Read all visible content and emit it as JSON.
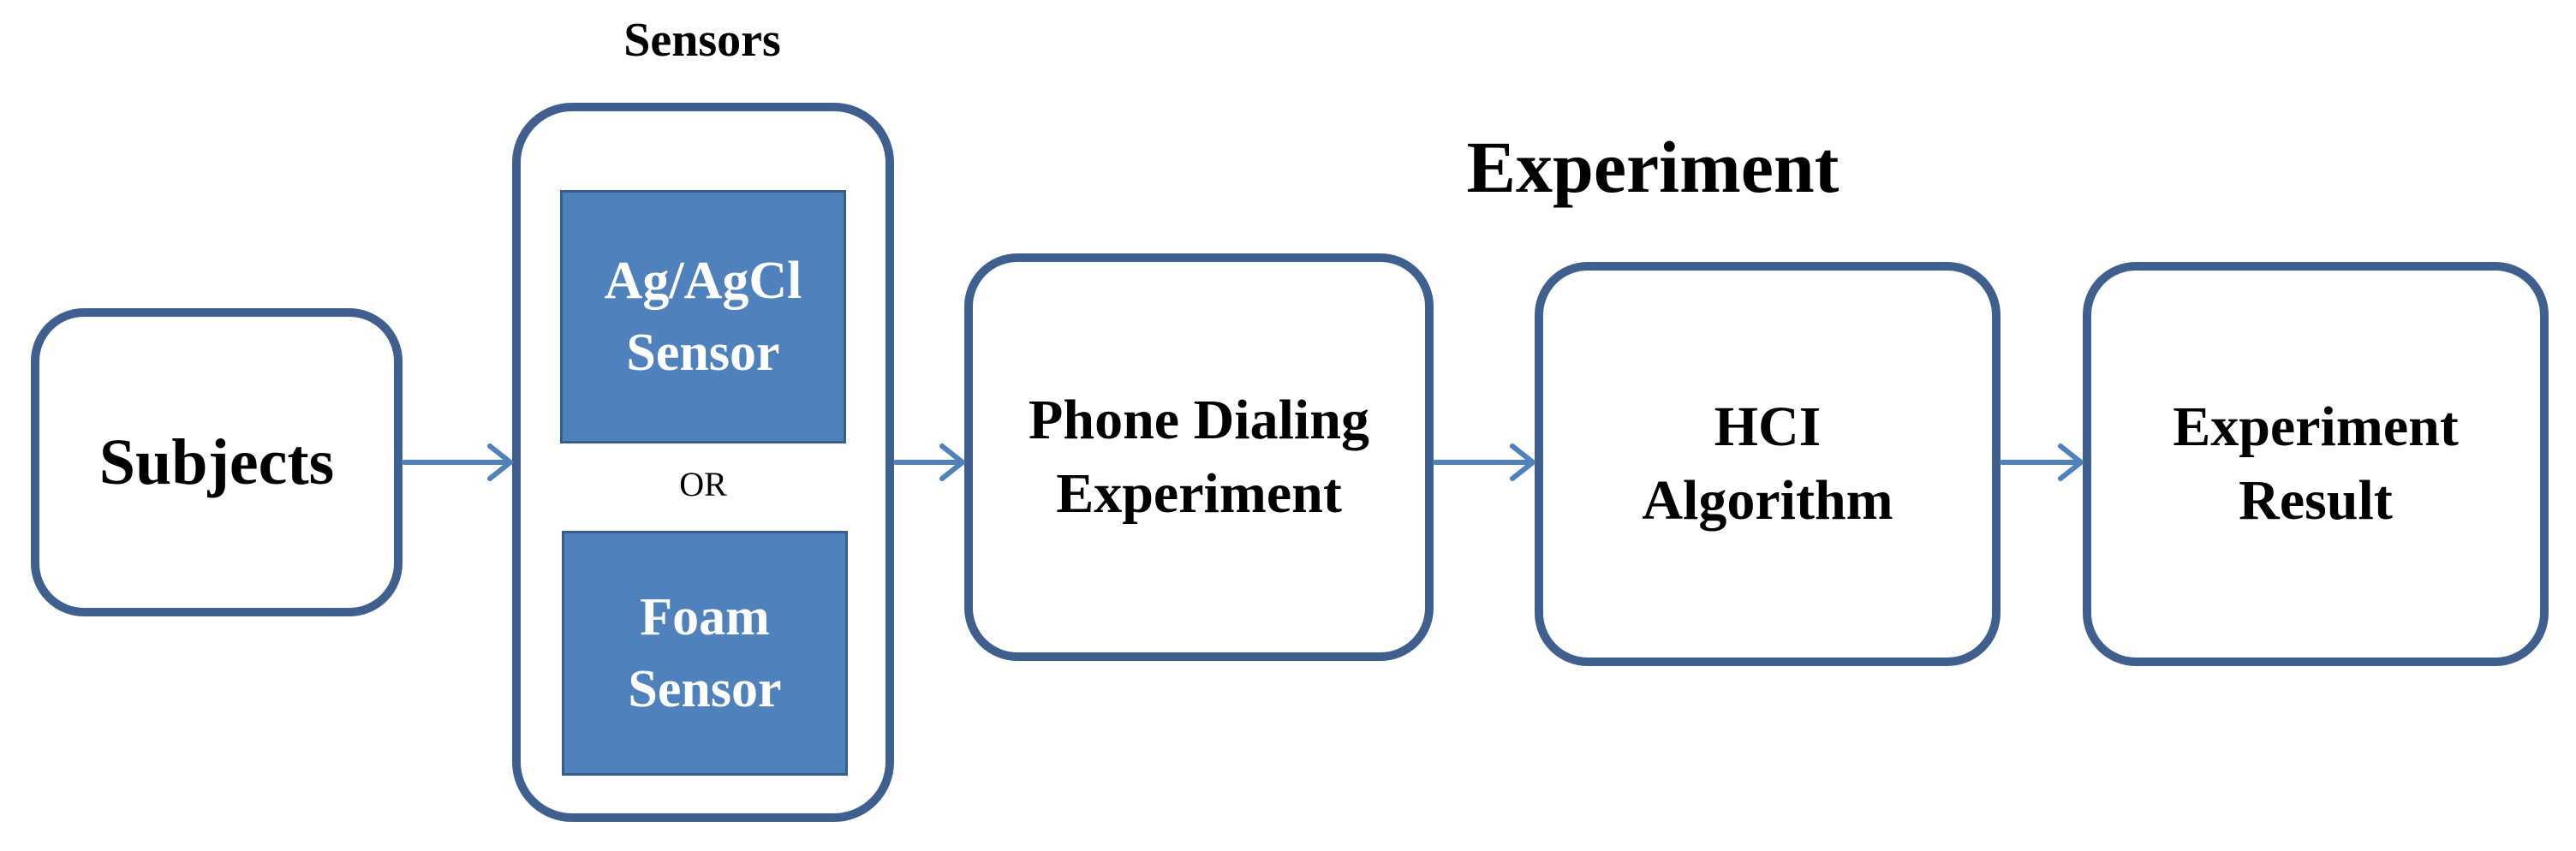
{
  "headings": {
    "sensors": "Sensors",
    "experiment": "Experiment"
  },
  "nodes": {
    "subjects": "Subjects",
    "agagcl_sensor": "Ag/AgCl\nSensor",
    "or": "OR",
    "foam_sensor": "Foam\nSensor",
    "phone_dialing": "Phone Dialing\nExperiment",
    "hci_algorithm": "HCI\nAlgorithm",
    "experiment_result": "Experiment\nResult"
  },
  "colors": {
    "box_border": "#3f608f",
    "sensor_fill": "#4f81bd",
    "sensor_border": "#385d8a",
    "arrow": "#4f81bd"
  }
}
